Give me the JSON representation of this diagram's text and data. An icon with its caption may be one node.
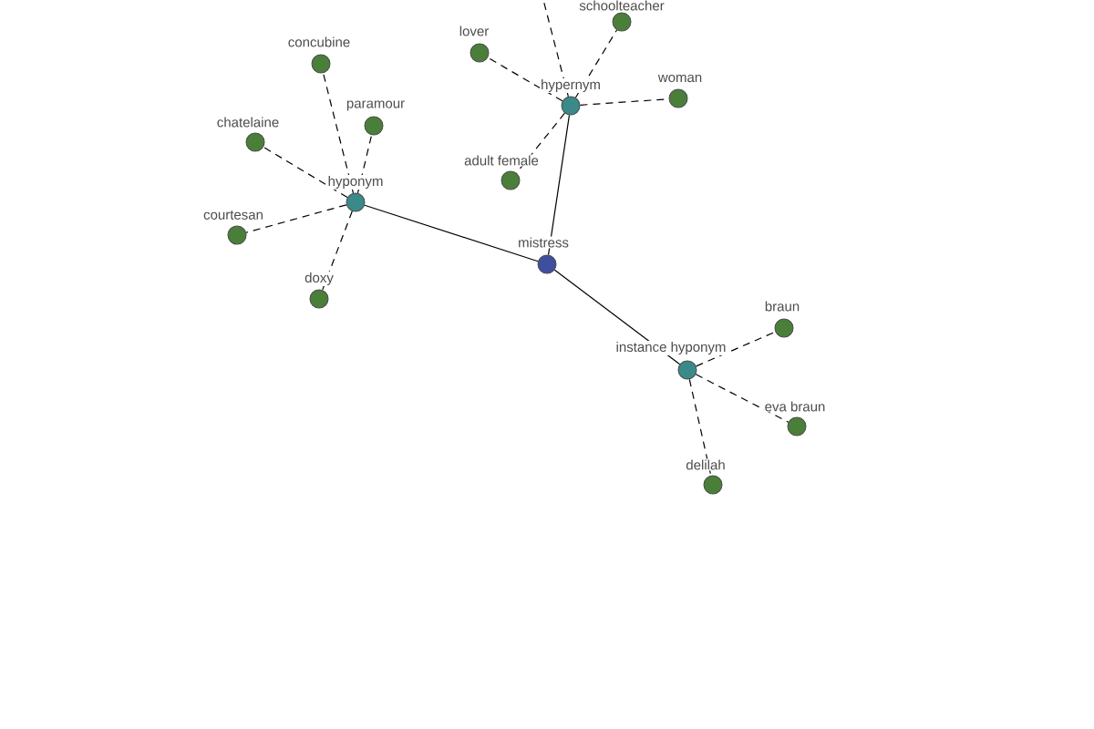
{
  "diagram": {
    "nodes": [
      {
        "text": [
          "mistress"
        ]
      },
      {
        "text": [
          "hyponym"
        ]
      },
      {
        "text": [
          "hypernym"
        ]
      },
      {
        "text": [
          "instance hyponym"
        ]
      },
      {
        "text": [
          "concubine"
        ]
      },
      {
        "text": [
          "paramour"
        ]
      },
      {
        "text": [
          "chatelaine"
        ]
      },
      {
        "text": [
          "courtesan"
        ]
      },
      {
        "text": [
          "doxy"
        ]
      },
      {
        "text": [
          "lover"
        ]
      },
      {
        "text": [
          "schoolteacher"
        ]
      },
      {
        "text": [
          "woman"
        ]
      },
      {
        "text": [
          "adult female"
        ]
      },
      {
        "text": [
          "braun"
        ]
      },
      {
        "text": [
          "eva braun"
        ]
      },
      {
        "text": [
          "delilah"
        ]
      }
    ],
    "edges": [
      {
        "from": 0,
        "to": 1,
        "arrow": "none"
      },
      {
        "from": 0,
        "to": 2,
        "arrow": "none"
      },
      {
        "from": 0,
        "to": 3,
        "arrow": "none"
      },
      {
        "from": 1,
        "to": 4,
        "arrow": "none",
        "style": "dashed"
      },
      {
        "from": 1,
        "to": 5,
        "arrow": "none",
        "style": "dashed"
      },
      {
        "from": 1,
        "to": 6,
        "arrow": "none",
        "style": "dashed"
      },
      {
        "from": 1,
        "to": 7,
        "arrow": "none",
        "style": "dashed"
      },
      {
        "from": 1,
        "to": 8,
        "arrow": "none",
        "style": "dashed"
      },
      {
        "from": 2,
        "to": 9,
        "arrow": "none",
        "style": "dashed"
      },
      {
        "from": 2,
        "to": null,
        "arrow": "none",
        "style": "dashed"
      },
      {
        "from": 2,
        "to": 10,
        "arrow": "none",
        "style": "dashed"
      },
      {
        "from": 2,
        "to": 11,
        "arrow": "none",
        "style": "dashed"
      },
      {
        "from": 2,
        "to": 12,
        "arrow": "none",
        "style": "dashed"
      },
      {
        "from": 3,
        "to": 13,
        "arrow": "none",
        "style": "dashed"
      },
      {
        "from": 3,
        "to": 14,
        "arrow": "none",
        "style": "dashed"
      },
      {
        "from": 3,
        "to": 15,
        "arrow": "none",
        "style": "dashed"
      }
    ]
  }
}
